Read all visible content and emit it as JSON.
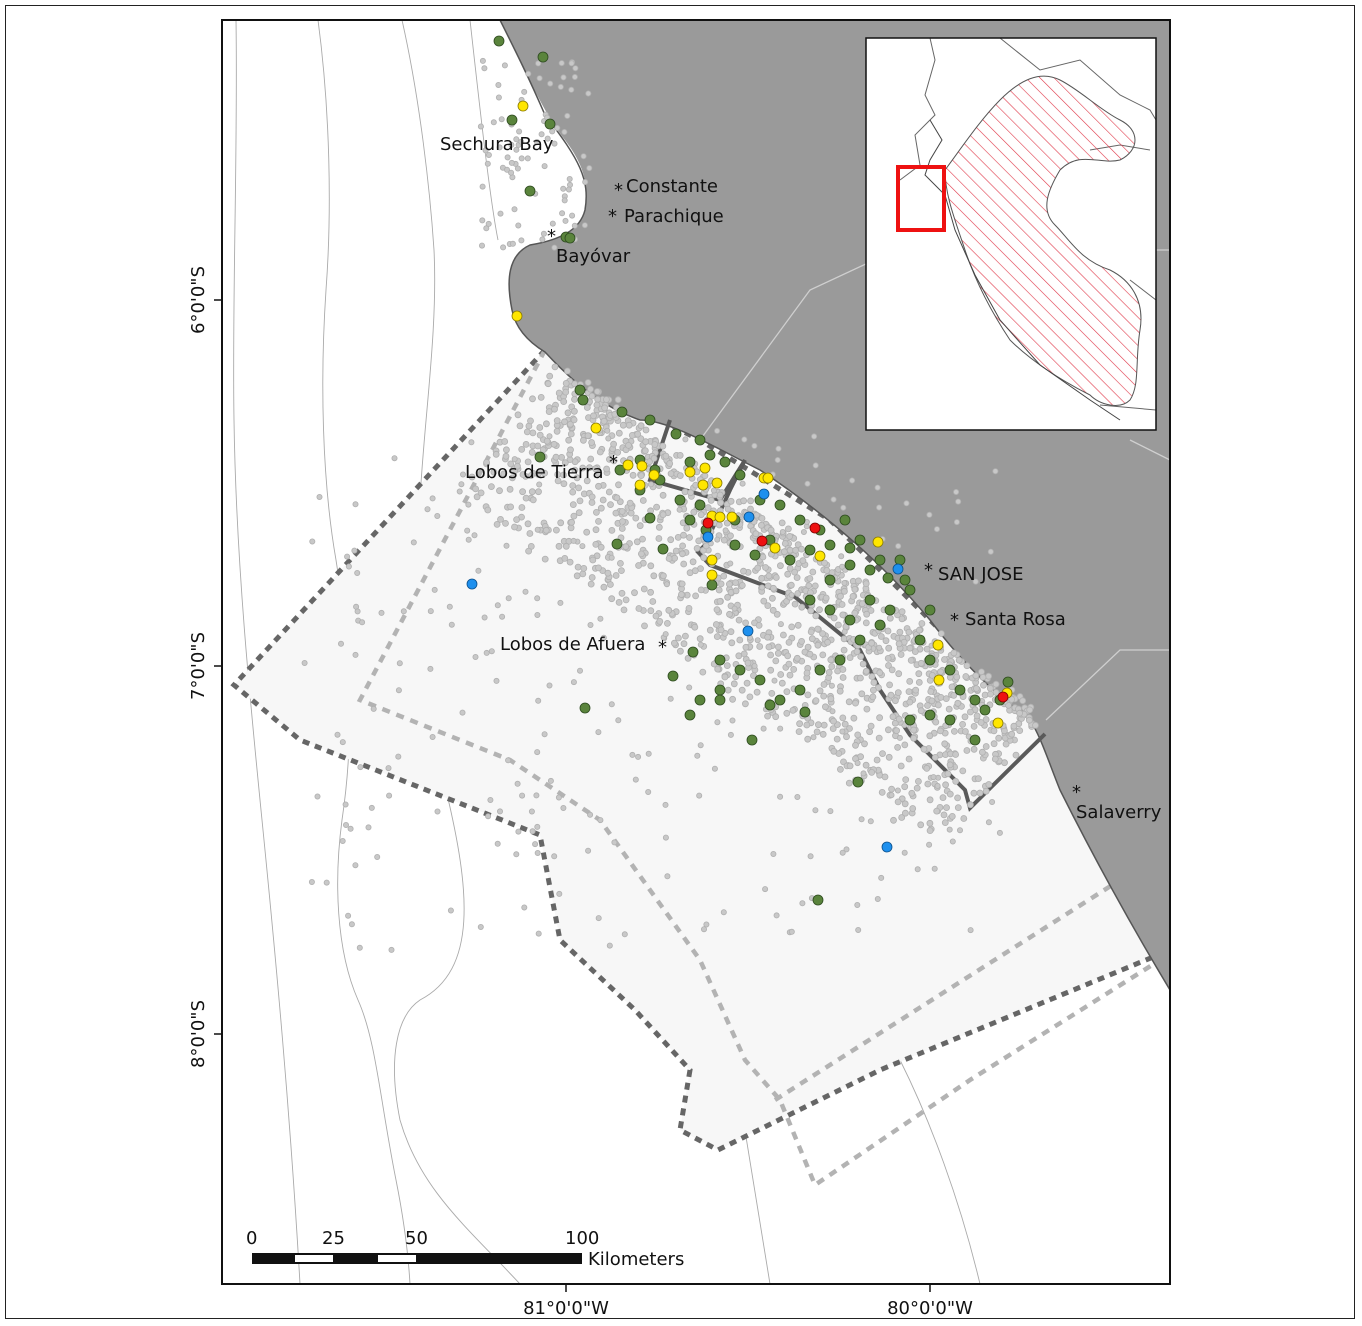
{
  "map": {
    "colors": {
      "land": "#9a9a9a",
      "sea": "#ffffff",
      "study_area": "#f7f7f7",
      "gray_point": "#c8c8c8",
      "green_point": "#5a843c",
      "yellow_point": "#ffe600",
      "blue_point": "#1e90ee",
      "red_point": "#ee1111",
      "inset_hatch": "#e0394a",
      "inset_box": "#ee1111"
    },
    "latitude_labels": [
      "6°0'0\"S",
      "7°0'0\"S",
      "8°0'0\"S"
    ],
    "longitude_labels": [
      "81°0'0\"W",
      "80°0'0\"W"
    ],
    "places": {
      "sechura_bay": "Sechura Bay",
      "constante": "Constante",
      "parachique": "Parachique",
      "bayovar": "Bayóvar",
      "lobos_de_tierra": "Lobos de Tierra",
      "san_jose": "SAN JOSE",
      "santa_rosa": "Santa Rosa",
      "lobos_de_afuera": "Lobos de Afuera",
      "salaverry": "Salaverry"
    },
    "scale_bar": {
      "ticks": [
        "0",
        "25",
        "50",
        "100"
      ],
      "unit": "Kilometers"
    },
    "point_categories": [
      "gray",
      "green",
      "yellow",
      "blue",
      "red"
    ]
  }
}
